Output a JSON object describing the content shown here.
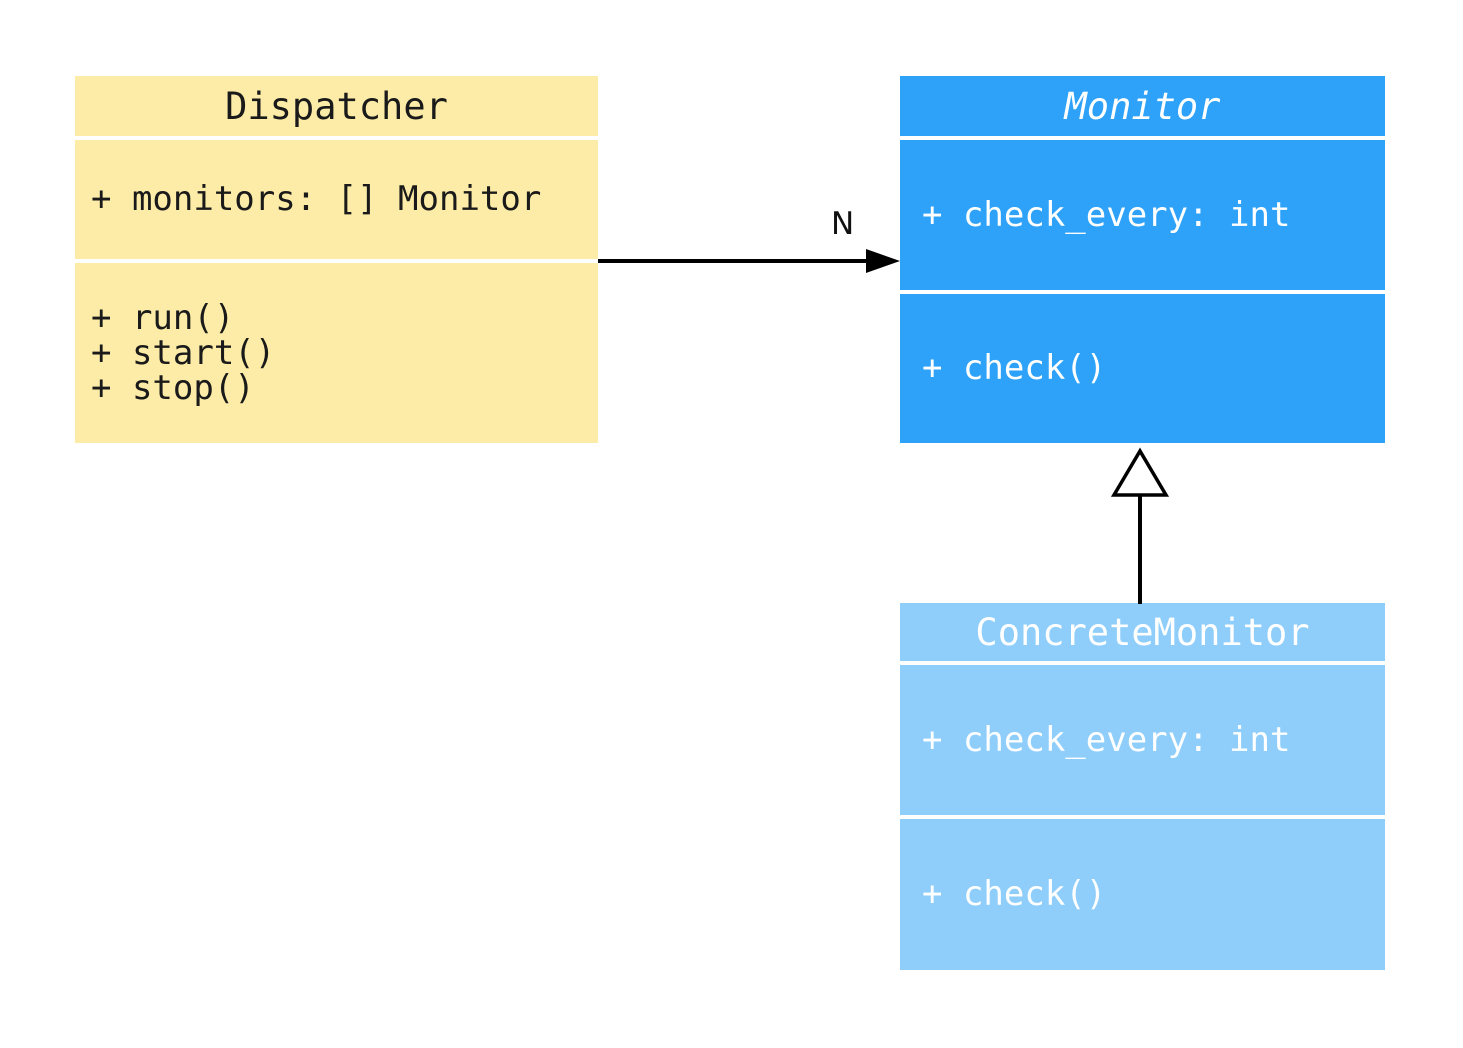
{
  "diagram": {
    "type": "uml-class-diagram",
    "background_color": "#ffffff",
    "classes": [
      {
        "name": "Dispatcher",
        "fill_color": "#fceca7",
        "text_color": "#1a1a1a",
        "abstract": false,
        "attributes": [
          "+ monitors: [] Monitor"
        ],
        "methods": [
          "+ run()",
          "+ start()",
          "+ stop()"
        ]
      },
      {
        "name": "Monitor",
        "fill_color": "#2ea2f8",
        "text_color": "#ffffff",
        "abstract": true,
        "attributes": [
          "+ check_every: int"
        ],
        "methods": [
          "+ check()"
        ]
      },
      {
        "name": "ConcreteMonitor",
        "fill_color": "#8fcefa",
        "text_color": "#ffffff",
        "abstract": false,
        "attributes": [
          "+ check_every: int"
        ],
        "methods": [
          "+ check()"
        ]
      }
    ],
    "relations": [
      {
        "type": "association",
        "from": "Dispatcher",
        "to": "Monitor",
        "label": "N"
      },
      {
        "type": "inheritance",
        "from": "ConcreteMonitor",
        "to": "Monitor",
        "label": ""
      }
    ]
  }
}
